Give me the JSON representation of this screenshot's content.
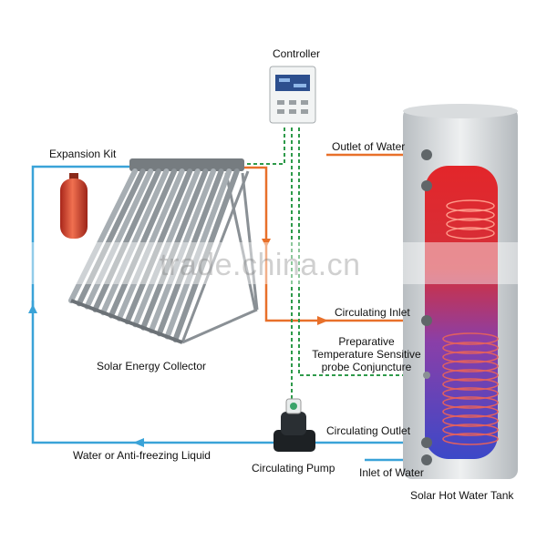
{
  "labels": {
    "controller": "Controller",
    "expansion_kit": "Expansion Kit",
    "outlet_of_water": "Outlet of Water",
    "solar_energy_collector": "Solar Energy Collector",
    "circulating_inlet": "Circulating Inlet",
    "probe_line1": "Preparative",
    "probe_line2": "Temperature Sensitive",
    "probe_line3": "probe Conjuncture",
    "circulating_outlet": "Circulating Outlet",
    "circulating_pump": "Circulating Pump",
    "inlet_of_water": "Inlet of Water",
    "water_liquid": "Water or Anti-freezing Liquid",
    "tank": "Solar Hot Water Tank"
  },
  "watermark": "trade.china.cn",
  "colors": {
    "pipe_blue": "#3aa3d8",
    "pipe_orange": "#e8702a",
    "wire_green": "#2e9a4a",
    "tank_shell": "#cfd3d6",
    "tank_hot": "#e0262a",
    "tank_cold": "#4a4fc8",
    "kit_red": "#d8402a"
  }
}
